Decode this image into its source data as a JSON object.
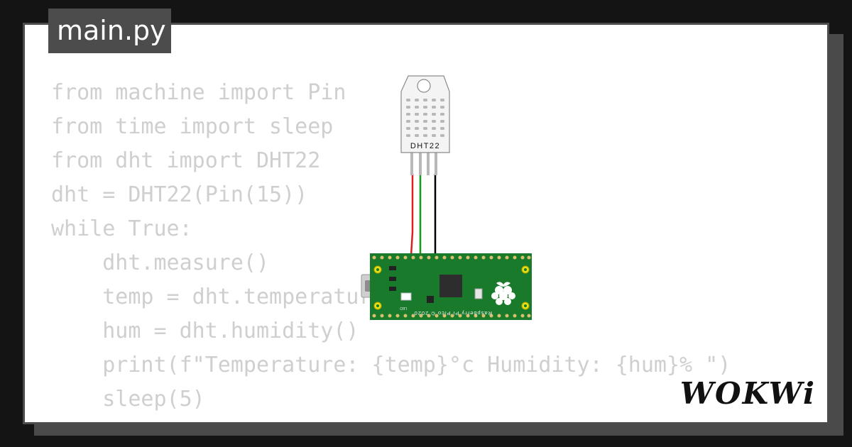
{
  "tab": {
    "filename": "main.py"
  },
  "code_lines": [
    "from machine import Pin",
    "from time import sleep",
    "from dht import DHT22",
    "dht = DHT22(Pin(15))",
    "while True:",
    "    dht.measure()",
    "    temp = dht.temperature()",
    "    hum = dht.humidity()",
    "    print(f\"Temperature: {temp}°c Humidity: {hum}% \")",
    "    sleep(5)"
  ],
  "sensor": {
    "label": "DHT22",
    "icon": "dht22-sensor-icon"
  },
  "board": {
    "brand_text": "Raspberry Pi Pico © 2020",
    "led_text": "LED",
    "icon": "raspberry-pi-pico-icon"
  },
  "wires": {
    "vcc_color": "#e02020",
    "data_color": "#129a12",
    "gnd_color": "#000000"
  },
  "brand": {
    "logo_text": "WOKWi"
  }
}
